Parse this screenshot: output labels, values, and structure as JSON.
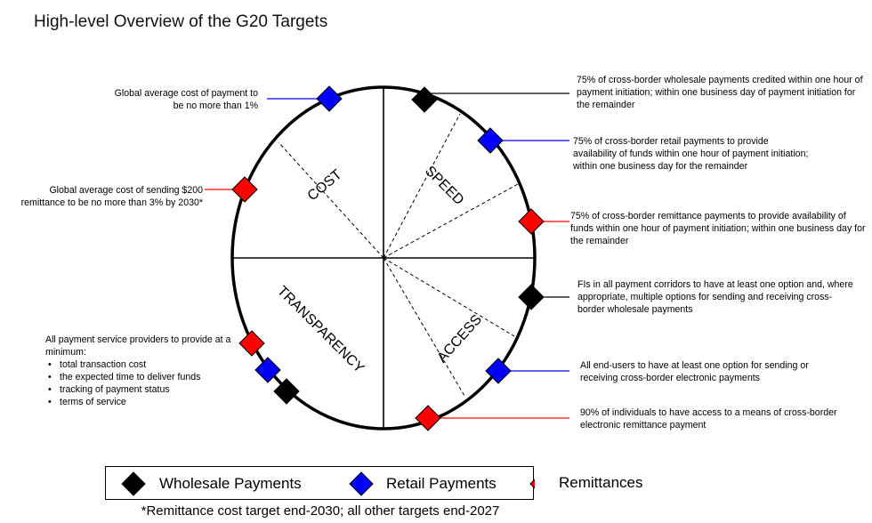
{
  "title": "High-level Overview of the G20 Targets",
  "segments": {
    "cost": "COST",
    "speed": "SPEED",
    "transparency": "TRANSPARENCY",
    "access": "ACCESS"
  },
  "targets": {
    "cost_retail": "Global average cost of payment to be no more than 1%",
    "cost_remittance": "Global average cost of sending $200 remittance to be no more than 3% by 2030*",
    "speed_wholesale": "75% of cross-border wholesale payments credited within one hour of payment initiation; within one business day of payment initiation for the remainder",
    "speed_retail": "75% of cross-border retail payments to provide availability of funds within one hour of payment initiation; within one business day for the remainder",
    "speed_remittance": "75% of cross-border remittance payments to provide availability of funds within one hour of payment initiation; within one business day for the remainder",
    "access_wholesale": "FIs in all payment corridors to have at least one option and, where appropriate, multiple options for sending and receiving cross-border wholesale payments",
    "access_retail": "All end-users to have at least one option for sending or receiving cross-border electronic payments",
    "access_remittance": "90% of individuals to have access to a means of cross-border electronic remittance payment",
    "transparency_intro": "All payment service providers to provide at a minimum:",
    "transparency_items": [
      "total transaction cost",
      "the expected time to deliver funds",
      "tracking of payment status",
      "terms of service"
    ]
  },
  "legend": [
    {
      "label": "Wholesale Payments",
      "color": "#000000"
    },
    {
      "label": "Retail Payments",
      "color": "#0000ff"
    },
    {
      "label": "Remittances",
      "color": "#ff0000"
    }
  ],
  "footnote": "*Remittance cost target end-2030; all other targets end-2027",
  "colors": {
    "wholesale": "#000000",
    "retail": "#0000ff",
    "remittance": "#ff0000"
  }
}
